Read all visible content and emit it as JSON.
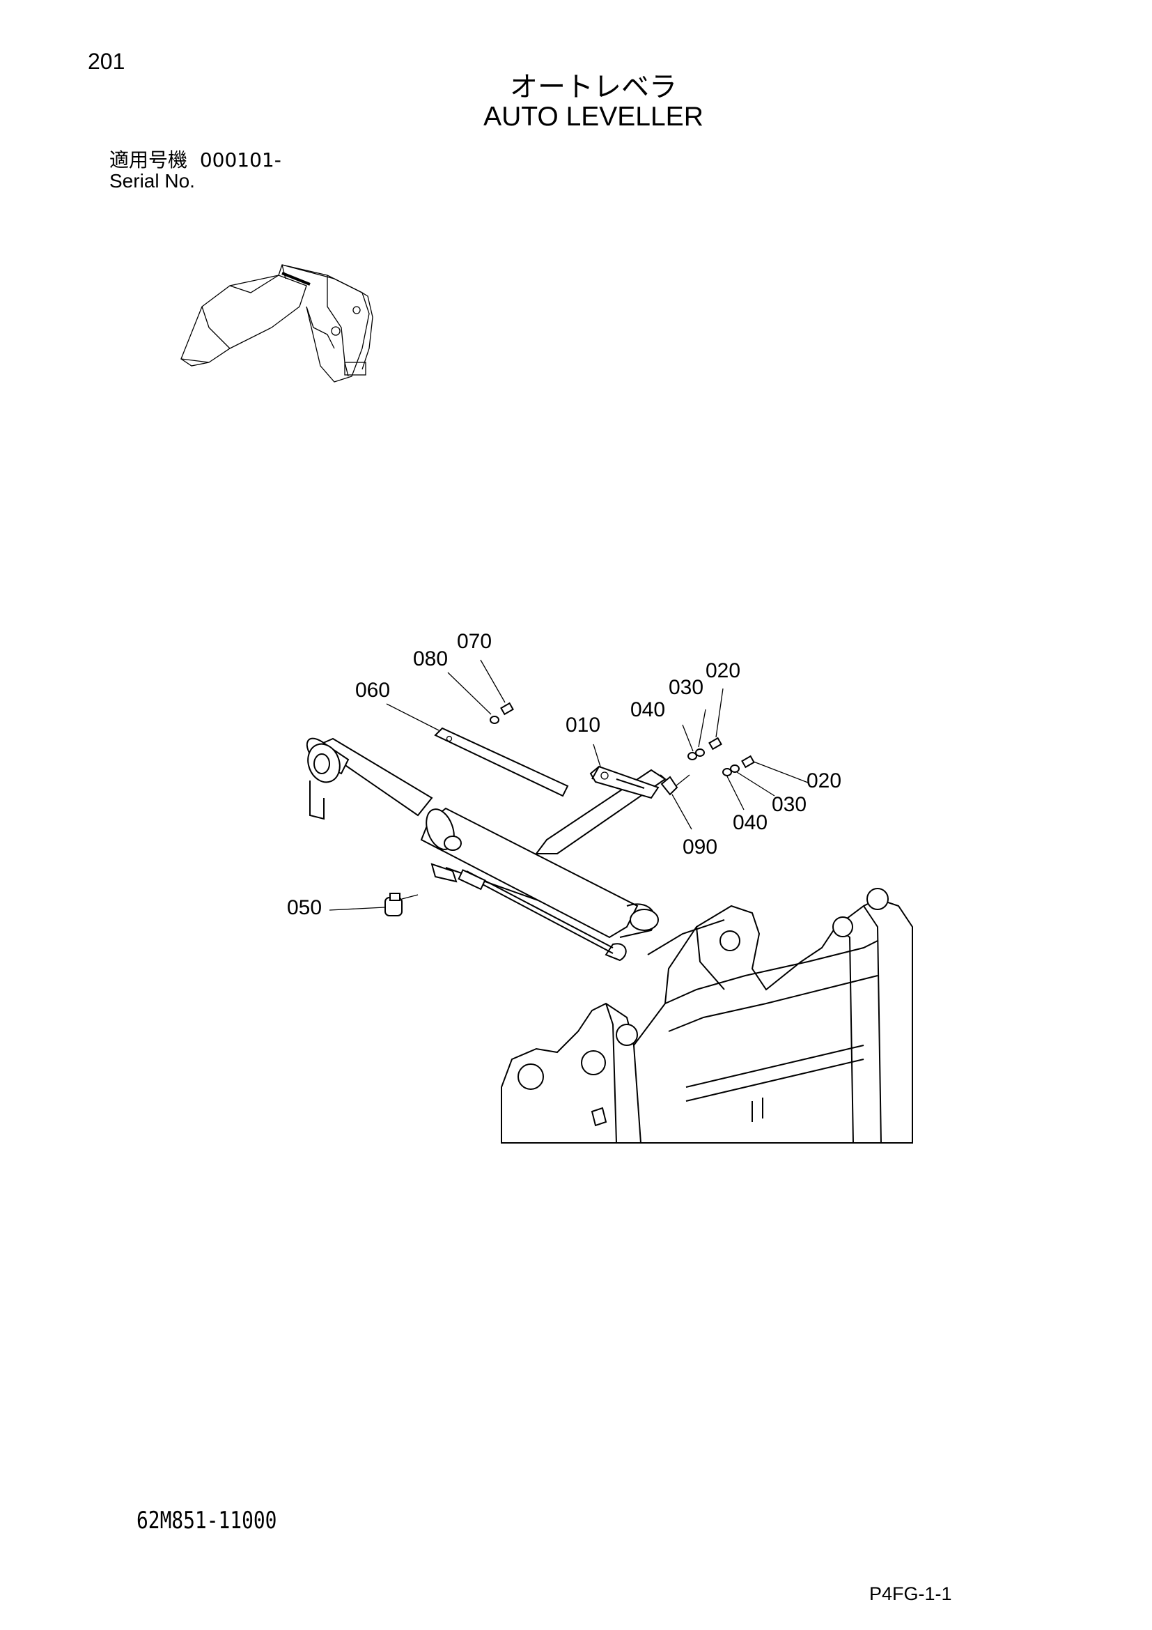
{
  "header": {
    "page_number": "201",
    "title_ja": "オートレベラ",
    "title_en": "AUTO LEVELLER",
    "serial_label_ja": "適用号機",
    "serial_value": "000101-",
    "serial_label_en": "Serial No."
  },
  "callouts": [
    "070",
    "080",
    "060",
    "010",
    "040",
    "030",
    "020",
    "020",
    "030",
    "040",
    "090",
    "050"
  ],
  "footer": {
    "drawing_number": "62M851-11000",
    "sheet_code": "P4FG-1-1"
  }
}
